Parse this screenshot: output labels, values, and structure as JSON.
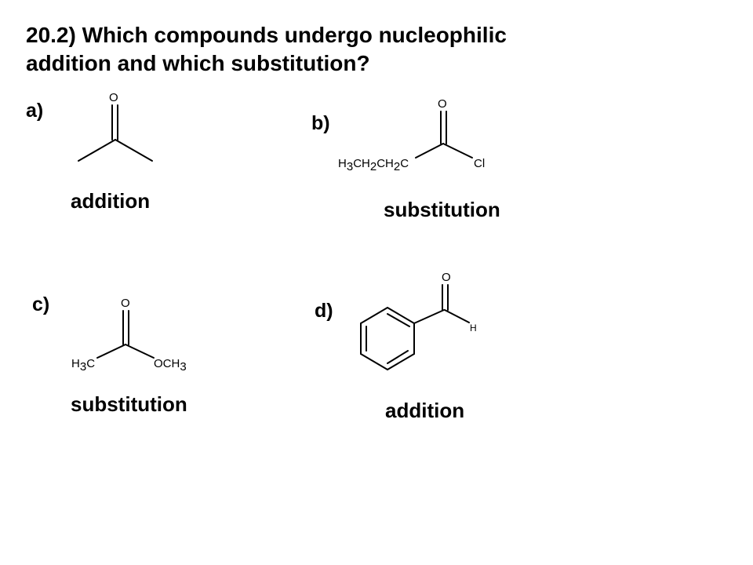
{
  "question": {
    "line1": "20.2)  Which compounds undergo nucleophilic",
    "line2": "addition and which substitution?"
  },
  "items": [
    {
      "id": "a",
      "label": "a)",
      "answer": "addition",
      "molecule": {
        "carbonyl_o": "O"
      }
    },
    {
      "id": "b",
      "label": "b)",
      "answer": "substitution",
      "molecule": {
        "carbonyl_o": "O",
        "left_group": "H3CH2CH2C",
        "right_group": "Cl"
      }
    },
    {
      "id": "c",
      "label": "c)",
      "answer": "substitution",
      "molecule": {
        "carbonyl_o": "O",
        "left_group": "H3C",
        "right_group": "OCH3"
      }
    },
    {
      "id": "d",
      "label": "d)",
      "answer": "addition",
      "molecule": {
        "carbonyl_o": "O",
        "aldehyde_h": "H"
      }
    }
  ]
}
